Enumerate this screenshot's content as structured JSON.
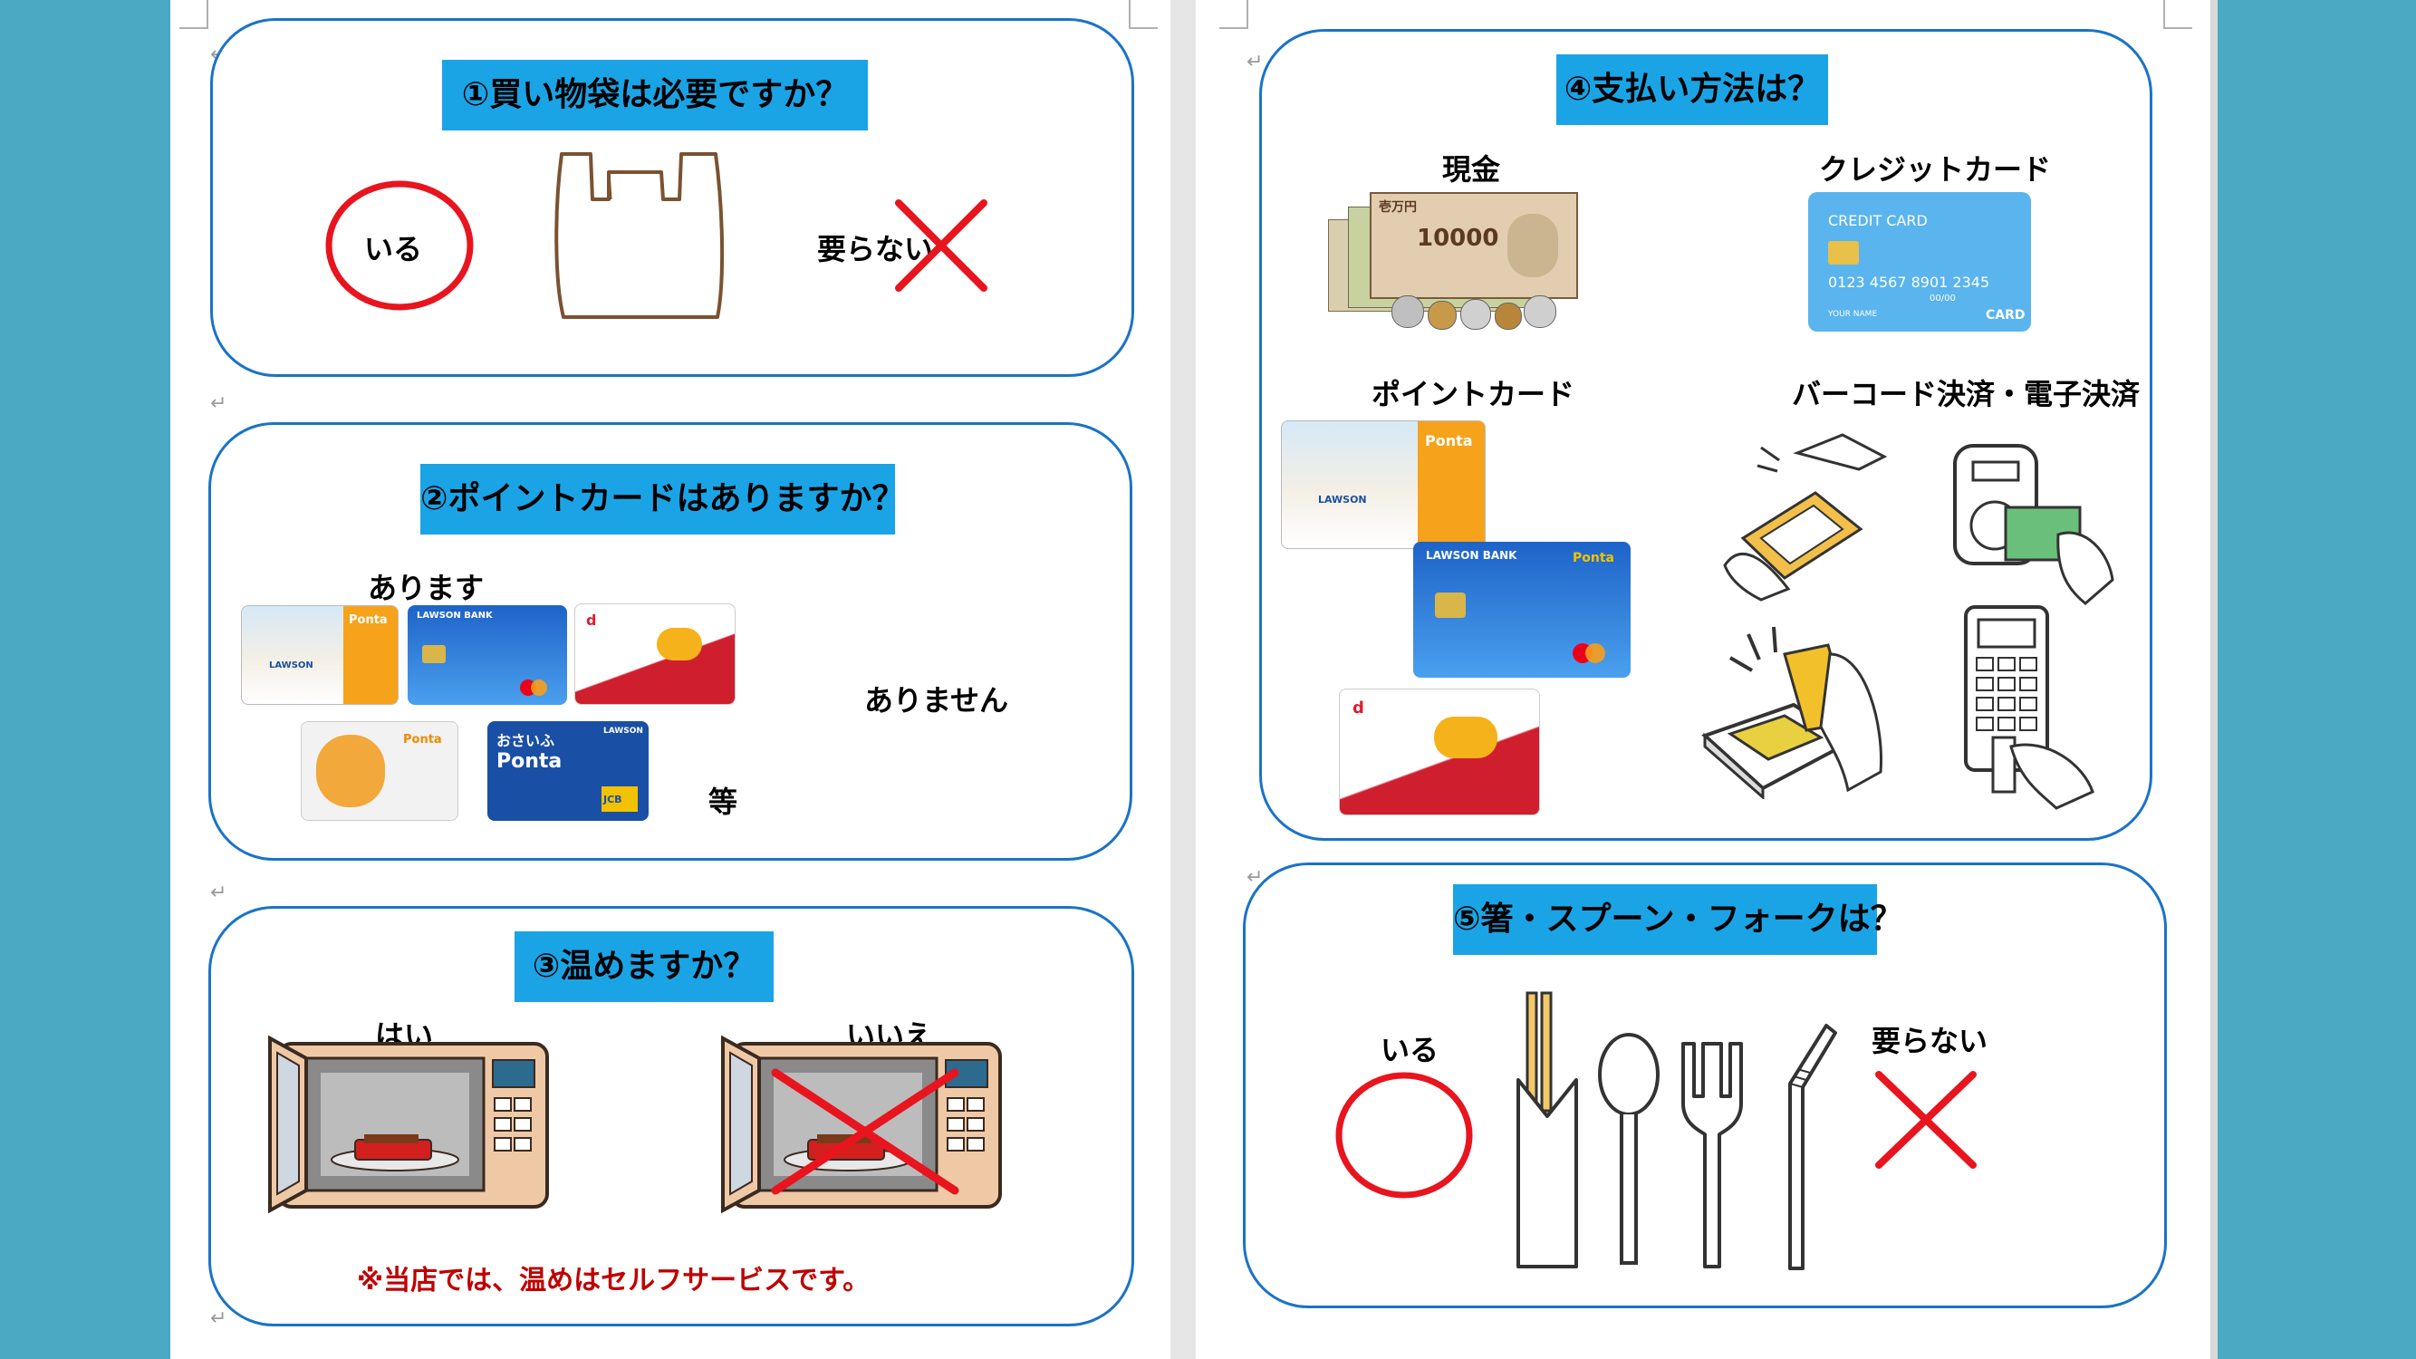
{
  "sections": {
    "bag": {
      "title": "①買い物袋は必要ですか？",
      "yes": "いる",
      "no": "要らない"
    },
    "point": {
      "title": "②ポイントカードはありますか？",
      "have": "あります",
      "none": "ありません",
      "etc": "等"
    },
    "heat": {
      "title": "③温めますか？",
      "yes": "はい",
      "no": "いいえ",
      "note": "※当店では、温めはセルフサービスです。"
    },
    "payment": {
      "title": "④支払い方法は？",
      "cash": "現金",
      "credit": "クレジットカード",
      "pointcard": "ポイントカード",
      "barcode": "バーコード決済・電子決済"
    },
    "utensils": {
      "title": "⑤箸・スプーン・フォークは？",
      "yes": "いる",
      "no": "要らない"
    }
  },
  "card_texts": {
    "credit_title": "CREDIT CARD",
    "credit_number": "0123 4567 8901 2345",
    "credit_date": "00/00",
    "credit_name": "YOUR NAME",
    "credit_brand": "CARD",
    "bank": "LAWSON BANK",
    "ponta": "Ponta",
    "lawson": "LAWSON",
    "osaifu": "おさいふ",
    "banknote": "10000",
    "banknote_jp": "壱万円",
    "jcb": "JCB",
    "dpoint": "d"
  },
  "colors": {
    "frame": "#1a73c8",
    "banner": "#1aa4e6",
    "red": "#e8141e",
    "note": "#c00000",
    "background": "#4aa9c3"
  }
}
